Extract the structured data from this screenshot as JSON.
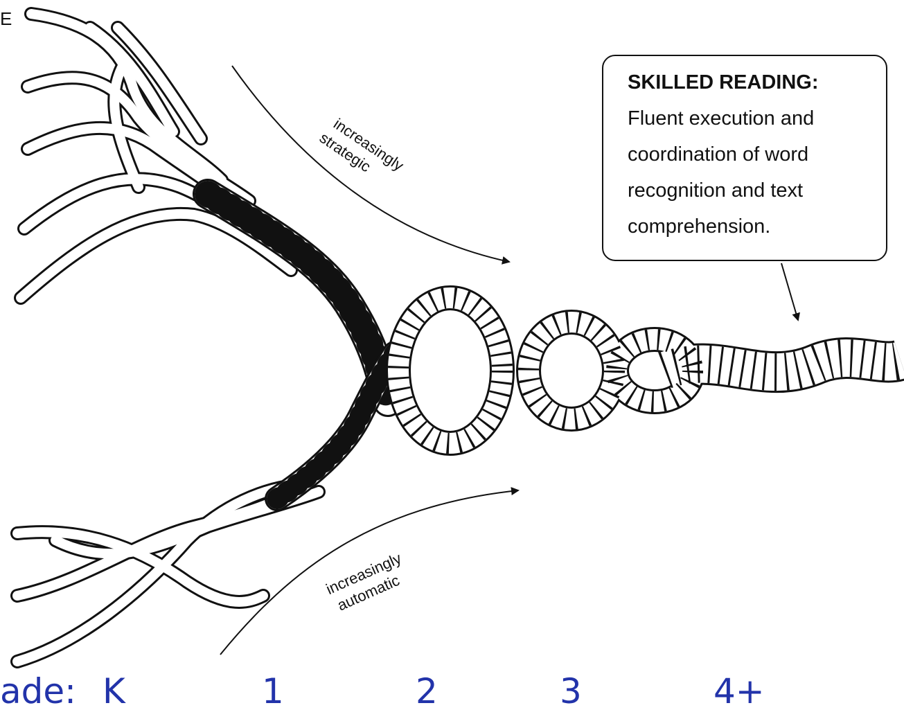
{
  "edge_letter": "E",
  "callout": {
    "title": "SKILLED READING:",
    "lines": [
      "Fluent execution and",
      "coordination of word",
      "recognition and text",
      "comprehension."
    ]
  },
  "upper_arrow": {
    "lines": [
      "increasingly",
      "strategic"
    ]
  },
  "lower_arrow": {
    "lines": [
      "increasingly",
      "automatic"
    ]
  },
  "grade_row": {
    "prefix": "ade:",
    "grades": [
      "K",
      "1",
      "2",
      "3",
      "4+"
    ]
  }
}
